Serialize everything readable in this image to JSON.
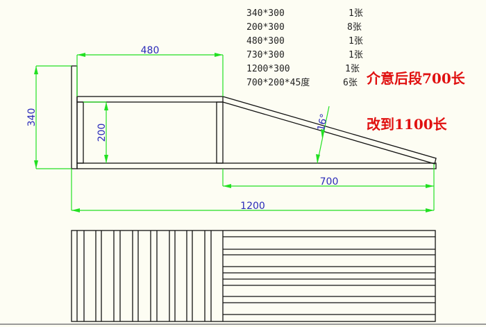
{
  "parts_list": [
    {
      "size": "340*300",
      "qty": "1张"
    },
    {
      "size": "200*300",
      "qty": "8张"
    },
    {
      "size": "480*300",
      "qty": "1张"
    },
    {
      "size": "730*300",
      "qty": "1张"
    },
    {
      "size": "1200*300",
      "qty": "1张"
    },
    {
      "size": "700*200*45度",
      "qty": "6张"
    }
  ],
  "notes": [
    "介意后段700长",
    "改到1100长"
  ],
  "dimensions": {
    "d480": "480",
    "d340": "340",
    "d200": "200",
    "d700": "700",
    "d1200": "1200",
    "angle": "16°"
  },
  "colors": {
    "background": "#fdfdf3",
    "dimension": "#22e022",
    "dim_text": "#2a2ab8",
    "note": "#e01010"
  }
}
